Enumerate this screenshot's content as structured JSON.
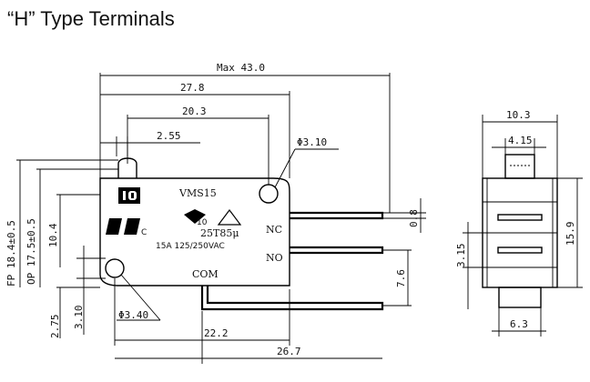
{
  "title": "“H” Type Terminals",
  "front_view": {
    "dims": {
      "max_length": "Max 43.0",
      "len_27_8": "27.8",
      "len_20_3": "20.3",
      "len_2_55": "2.55",
      "hole_top": "Φ3.10",
      "fp": "FP 18.4±0.5",
      "op": "OP 17.5±0.5",
      "h_10_4": "10.4",
      "h_2_75": "2.75",
      "h_3_10": "3.10",
      "hole_bottom": "Φ3.40",
      "len_22_2": "22.2",
      "len_26_7": "26.7",
      "t_0_8": "0.8",
      "t_7_6": "7.6"
    },
    "labels": {
      "model": "VMS15",
      "nc": "NC",
      "no": "NO",
      "com": "COM",
      "temp": "25T85μ",
      "rating": "15A 125/250VAC",
      "c_mark": "C",
      "k_mark": "10"
    }
  },
  "side_view": {
    "dims": {
      "width": "10.3",
      "actuator": "4.15",
      "height": "15.9",
      "h_3_15": "3.15",
      "base": "6.3"
    }
  }
}
